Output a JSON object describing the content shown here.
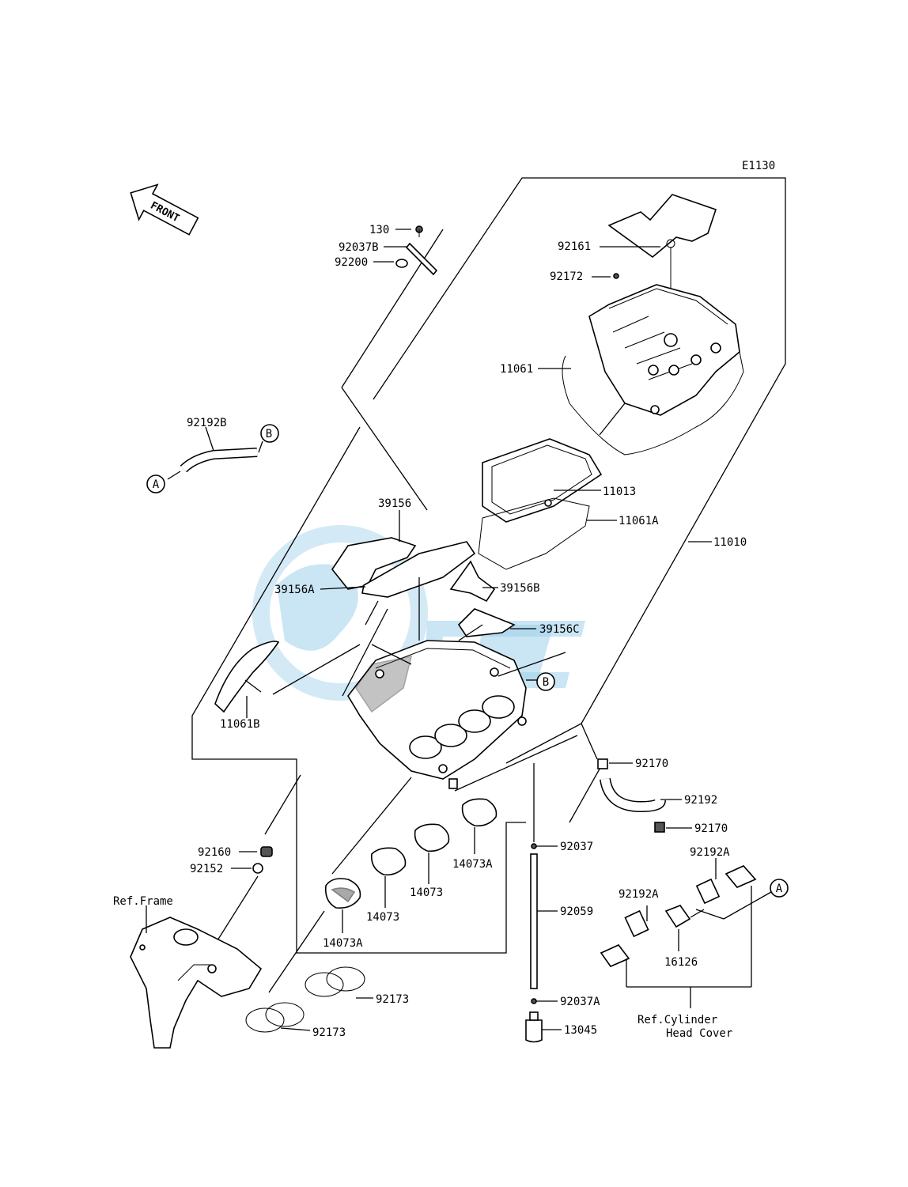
{
  "diagram": {
    "code": "E1130",
    "front_label": "FRONT",
    "ref_labels": {
      "frame": "Ref.Frame",
      "cylinder_line1": "Ref.Cylinder",
      "cylinder_line2": "Head Cover"
    },
    "callouts": {
      "a1": "A",
      "a2": "A",
      "b1": "B",
      "b2": "B"
    },
    "parts": {
      "p130": "130",
      "p92037B": "92037B",
      "p92200": "92200",
      "p92161": "92161",
      "p92172": "92172",
      "p11061": "11061",
      "p92192B": "92192B",
      "p11013": "11013",
      "p11061A": "11061A",
      "p11010": "11010",
      "p39156": "39156",
      "p39156A": "39156A",
      "p39156B": "39156B",
      "p39156C": "39156C",
      "p11061B": "11061B",
      "p92170a": "92170",
      "p92192": "92192",
      "p92170b": "92170",
      "p92192Aa": "92192A",
      "p92160": "92160",
      "p92152": "92152",
      "p92037": "92037",
      "p14073Aa": "14073A",
      "p14073a": "14073",
      "p14073b": "14073",
      "p14073Ab": "14073A",
      "p92059": "92059",
      "p92192Ab": "92192A",
      "p16126": "16126",
      "p92173a": "92173",
      "p92173b": "92173",
      "p92037A": "92037A",
      "p13045": "13045"
    }
  }
}
